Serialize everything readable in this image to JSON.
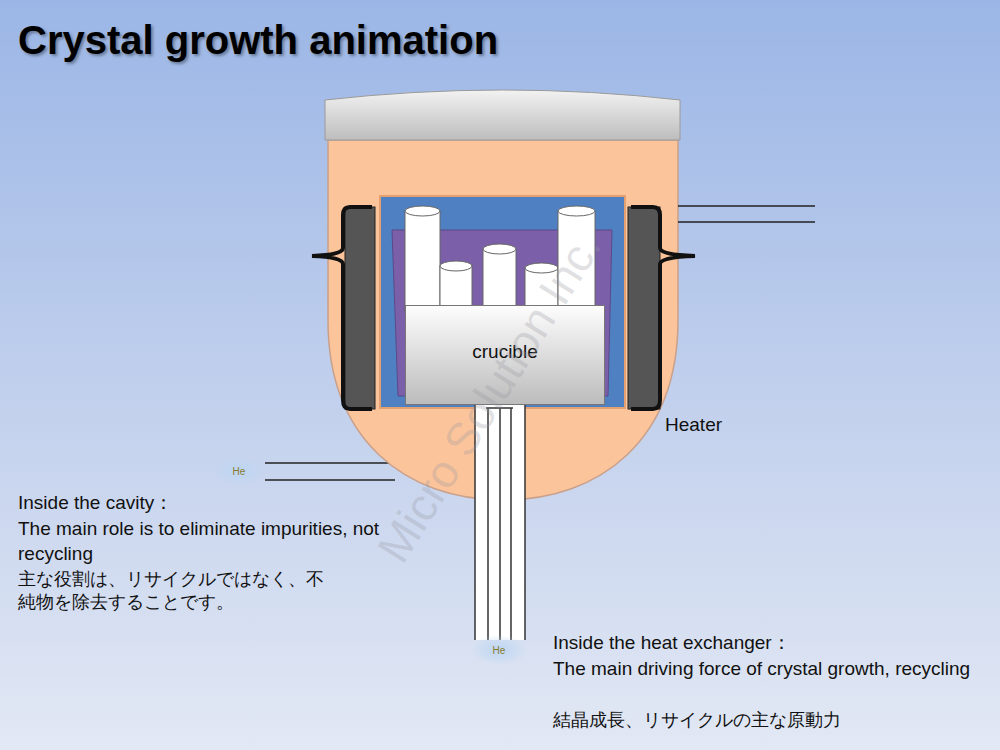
{
  "diagram": {
    "title": "Crystal growth animation",
    "nodes": [
      {
        "text": [
          "crucible"
        ]
      },
      {
        "text": [
          "He"
        ]
      },
      {
        "text": [
          "He"
        ]
      }
    ],
    "labels": [
      "Heater",
      "Inside the cavity：",
      "The main role is to eliminate impurities, not recycling",
      "主な役割は、リサイクルではなく、不純物を除去することです。",
      "Inside the heat exchanger：",
      "The main driving force of crystal growth, recycling",
      "結晶成長、リサイクルの主な原動力",
      "Micro Solution Inc."
    ]
  }
}
